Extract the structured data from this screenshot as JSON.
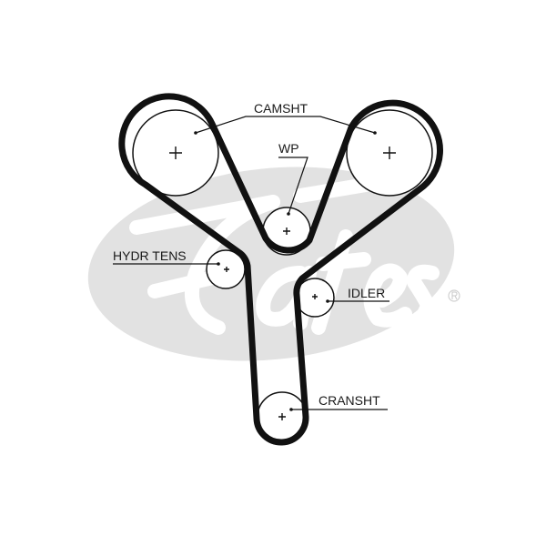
{
  "logo": {
    "text": "Gates",
    "registered": "®",
    "color": "#e2e2e2"
  },
  "labels": {
    "camshaft": "CAMSHT",
    "water_pump": "WP",
    "hydraulic_tensioner": "HYDR TENS",
    "idler": "IDLER",
    "crankshaft": "CRANSHT"
  },
  "colors": {
    "belt": "#111111",
    "pulley": "#111111"
  }
}
